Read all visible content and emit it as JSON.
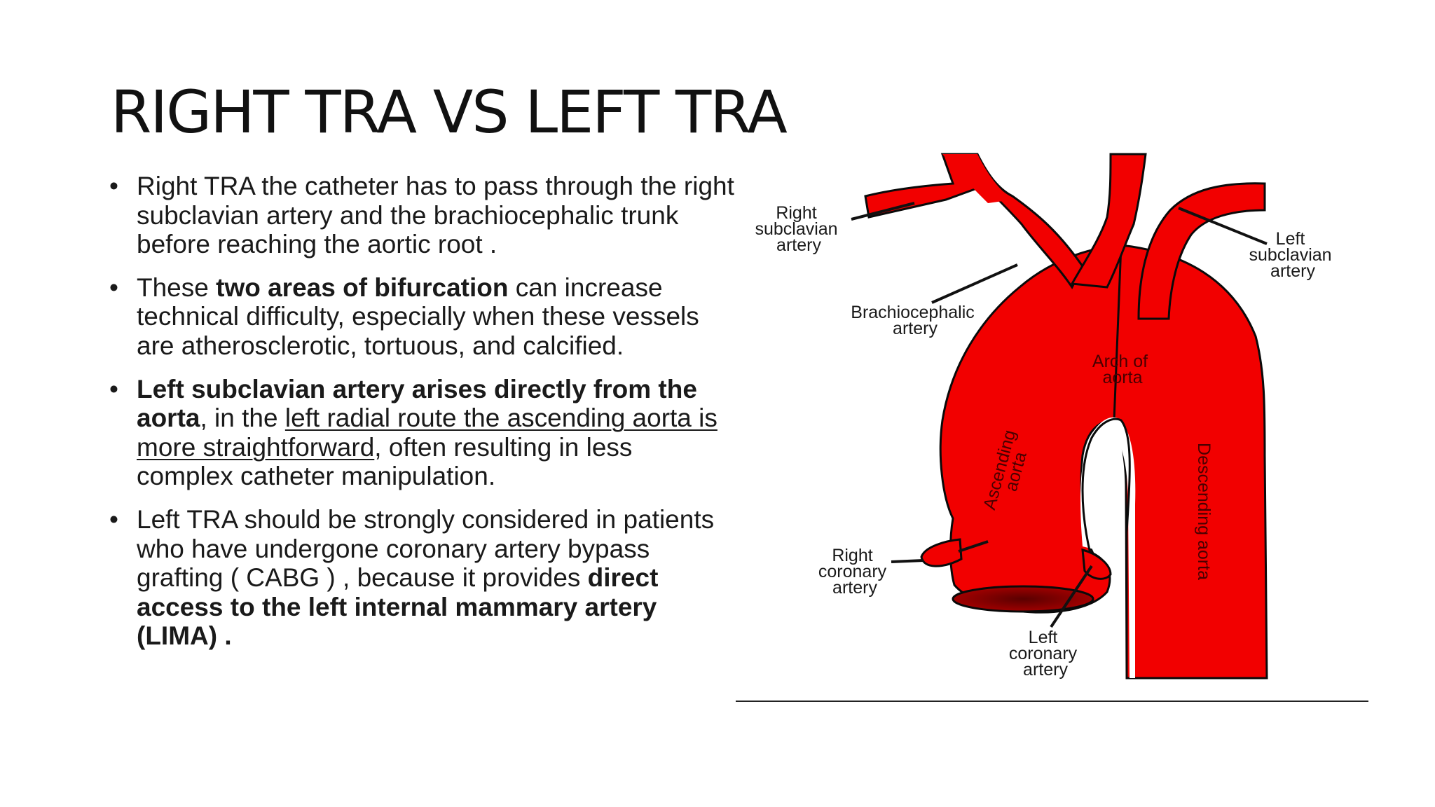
{
  "slide": {
    "title": "RIGHT TRA VS LEFT TRA"
  },
  "bullets": [
    {
      "text": "Right TRA the catheter has to pass through the right subclavian artery and the brachiocephalic trunk before reaching the aortic root ."
    },
    {
      "before": "These ",
      "bold": "two areas of bifurcation",
      "after": " can increase technical difficulty, especially when these vessels are atherosclerotic, tortuous, and calcified."
    },
    {
      "bold": "Left subclavian artery arises directly from the aorta",
      "middle": ", in the ",
      "underlined": "left radial route the ascending aorta is more straightforward",
      "after": ", often resulting in less complex catheter manipulation."
    },
    {
      "before": "Left TRA should be strongly considered in patients who have undergone coronary artery bypass grafting ( CABG ) , because it provides ",
      "bold": "direct access to the left internal mammary artery (LIMA) ."
    }
  ],
  "bullet_symbol": "•",
  "diagram": {
    "labels": {
      "right_subclavian": [
        "Right",
        "subclavian",
        "artery"
      ],
      "left_subclavian": [
        "Left",
        "subclavian",
        "artery"
      ],
      "brachiocephalic": [
        "Brachiocephalic",
        "artery"
      ],
      "arch": [
        "Arch of",
        "aorta"
      ],
      "ascending": [
        "Ascending",
        "aorta"
      ],
      "descending": "Descending aorta",
      "right_coronary": [
        "Right",
        "coronary",
        "artery"
      ],
      "left_coronary": [
        "Left",
        "coronary",
        "artery"
      ]
    },
    "colors": {
      "vessel": "#f20000",
      "vessel_dark": "#b30000",
      "outline": "#0a0a0a",
      "leader": "#111111"
    }
  }
}
